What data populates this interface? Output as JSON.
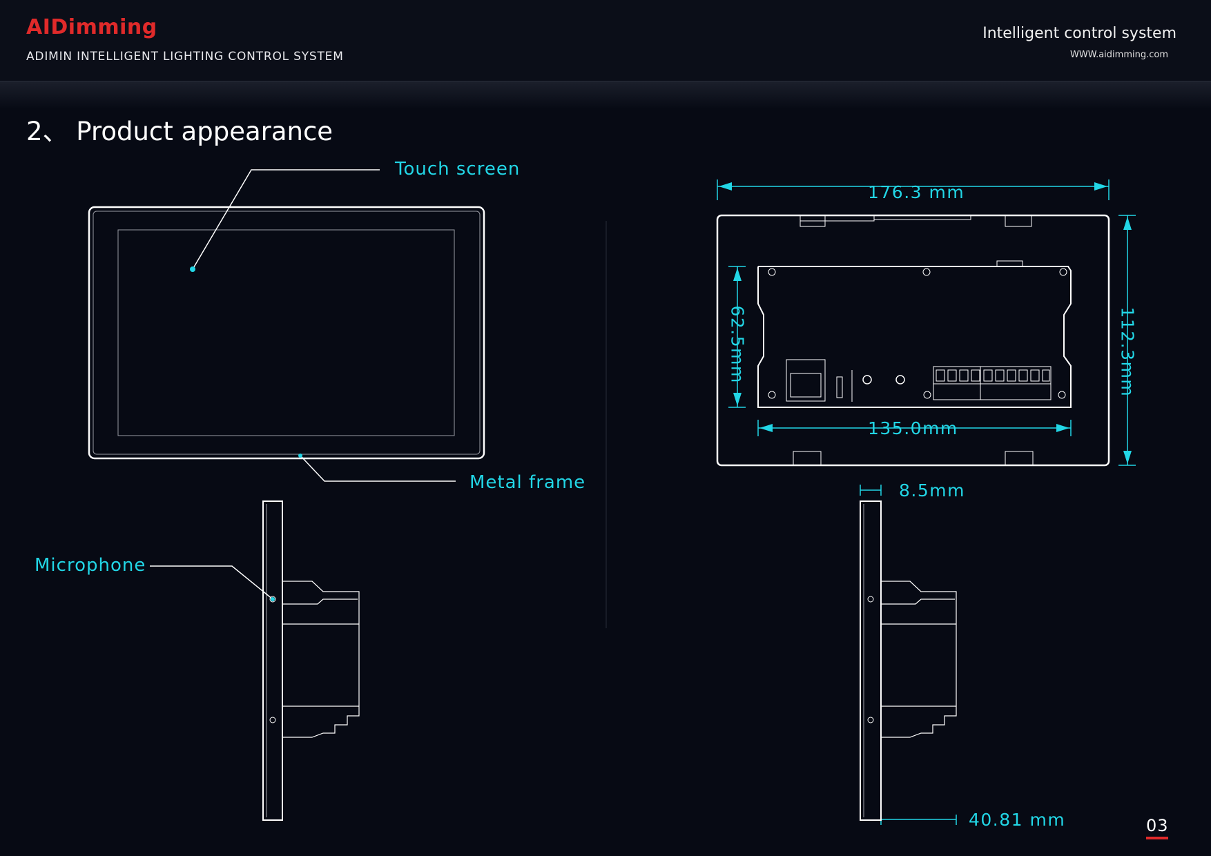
{
  "header": {
    "logo": "AIDimming",
    "subtitle": "ADIMIN INTELLIGENT LIGHTING CONTROL SYSTEM",
    "tagline": "Intelligent control system",
    "website": "WWW.aidimming.com"
  },
  "page_title": "2、  Product appearance",
  "labels": {
    "touch_screen": "Touch screen",
    "metal_frame": "Metal frame",
    "microphone": "Microphone"
  },
  "dimensions": {
    "width_total": "176.3 mm",
    "width_inner": "135.0mm",
    "height_total": "112.3mm",
    "height_inner": "62.5mm",
    "frame_depth": "8.5mm",
    "body_depth": "40.81 mm"
  },
  "page_number": "03",
  "colors": {
    "accent": "#22d6e6",
    "brand": "#e02a2a",
    "background": "#070a14"
  }
}
